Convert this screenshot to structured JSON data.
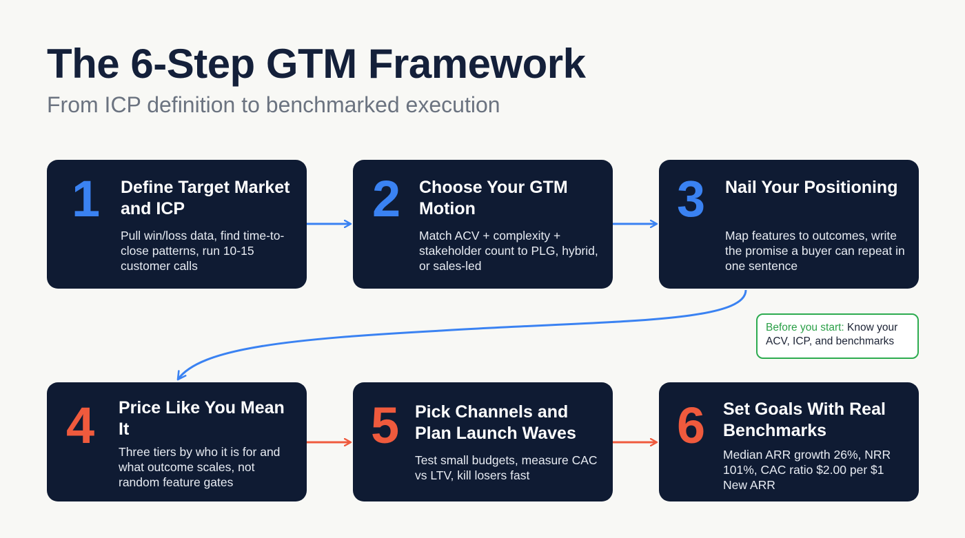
{
  "header": {
    "title": "The 6-Step GTM Framework",
    "subtitle": "From ICP definition to benchmarked execution"
  },
  "steps": [
    {
      "number": "1",
      "title": "Define Target Market and ICP",
      "description": "Pull win/loss data, find time-to-close patterns, run 10-15 customer calls",
      "accent": "#3a82f2"
    },
    {
      "number": "2",
      "title": "Choose Your GTM Motion",
      "description": "Match ACV + complexity + stakeholder count to PLG, hybrid, or sales-led",
      "accent": "#3a82f2"
    },
    {
      "number": "3",
      "title": "Nail Your Positioning",
      "description": "Map features to outcomes, write the promise a buyer can repeat in one sentence",
      "accent": "#3a82f2"
    },
    {
      "number": "4",
      "title": "Price Like You Mean It",
      "description": "Three tiers by who it is for and what outcome scales, not random feature gates",
      "accent": "#ef5a3d"
    },
    {
      "number": "5",
      "title": "Pick Channels and Plan Launch Waves",
      "description": "Test small budgets, measure CAC vs LTV, kill losers fast",
      "accent": "#ef5a3d"
    },
    {
      "number": "6",
      "title": "Set Goals With Real Benchmarks",
      "description": "Median ARR growth 26%, NRR 101%, CAC ratio $2.00 per $1 New ARR",
      "accent": "#ef5a3d"
    }
  ],
  "note": {
    "lead": "Before you start:",
    "text": "Know your ACV, ICP, and benchmarks",
    "border_color": "#2cab4f"
  },
  "colors": {
    "background": "#f8f8f5",
    "card": "#0f1b33",
    "arrow_top": "#3a82f2",
    "arrow_bottom": "#ef5a3d"
  }
}
